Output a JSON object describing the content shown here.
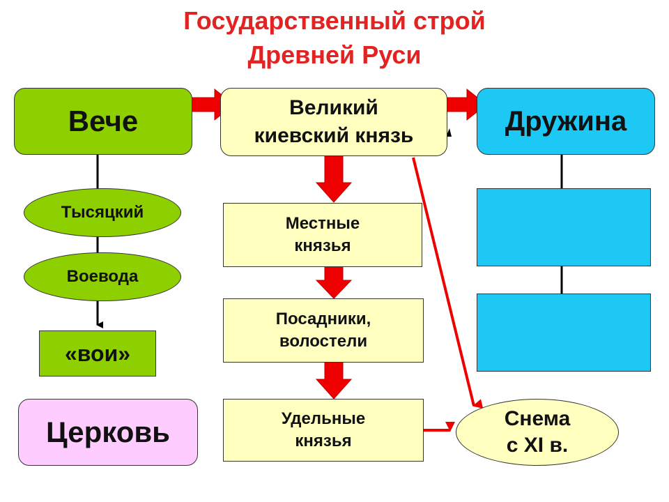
{
  "title": {
    "line1": "Государственный строй",
    "line2": "Древней Руси"
  },
  "nodes": {
    "veche": "Вече",
    "grand_prince": "Великий\nкиевский князь",
    "druzhina": "Дружина",
    "tysyatsky": "Тысяцкий",
    "voevoda": "Воевода",
    "voi": "«вои»",
    "church": "Церковь",
    "local_princes": "Местные\n князья",
    "posadniki": "Посадники,\n волостели",
    "appanage_princes": "Удельные\nкнязья",
    "snema": "Снема\nс XI в."
  },
  "druzhina_children": [
    "",
    ""
  ],
  "colors": {
    "title": "#e32222",
    "veche": "#8ecf00",
    "druzhina": "#1ec8f5",
    "church": "#ffccff",
    "prince_boxes": "#ffffc0",
    "arrow": "#ee0000"
  }
}
